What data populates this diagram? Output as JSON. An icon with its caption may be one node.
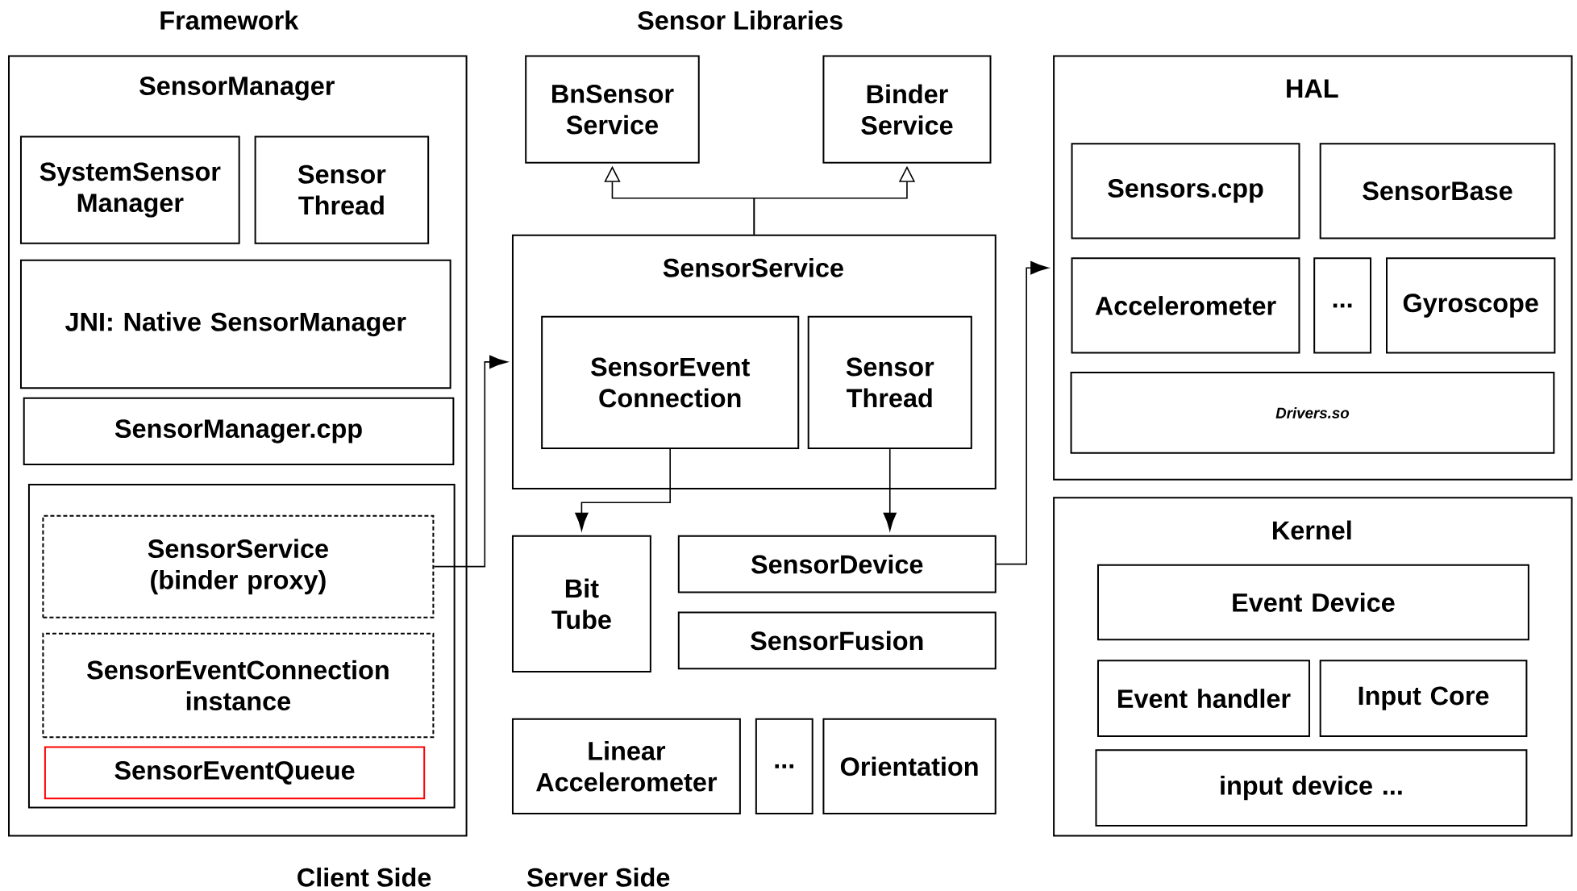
{
  "diagram": {
    "nodes": [
      {
        "text": [
          "Framework",
          "SensorManager"
        ]
      },
      {
        "text": [
          "SystemSensor Manager"
        ],
        "in": 0
      },
      {
        "text": [
          "Sensor Thread"
        ],
        "in": 0
      },
      {
        "text": [
          "JNI: Native SensorManager"
        ],
        "in": 0
      },
      {
        "text": [
          "SensorManager.cpp"
        ],
        "in": 0
      },
      {
        "text": [],
        "shape": "box",
        "in": 0
      },
      {
        "text": [
          "SensorService (binder proxy)"
        ],
        "in": 5
      },
      {
        "text": [
          "SensorEventConnection instance"
        ],
        "in": 5
      },
      {
        "text": [
          "SensorEventQueue"
        ],
        "in": 5
      },
      {
        "text": [
          "BnSensor Service"
        ]
      },
      {
        "text": [
          "Binder Service"
        ]
      },
      {
        "text": [
          "SensorService"
        ]
      },
      {
        "text": [
          "SensorEvent Connection"
        ],
        "in": 11
      },
      {
        "text": [
          "Sensor Thread"
        ],
        "in": 11
      },
      {
        "text": [
          "Bit Tube"
        ]
      },
      {
        "text": [
          "SensorDevice"
        ]
      },
      {
        "text": [
          "SensorFusion"
        ]
      },
      {
        "text": [
          "Linear Accelerometer"
        ]
      },
      {
        "text": [
          "..."
        ]
      },
      {
        "text": [
          "Orientation"
        ]
      },
      {
        "text": [
          "HAL"
        ]
      },
      {
        "text": [
          "Sensors.cpp"
        ],
        "in": 20
      },
      {
        "text": [
          "SensorBase"
        ],
        "in": 20
      },
      {
        "text": [
          "Accelerometer"
        ],
        "in": 20
      },
      {
        "text": [
          "..."
        ],
        "in": 20
      },
      {
        "text": [
          "Gyroscope"
        ],
        "in": 20
      },
      {
        "text": [
          "Drivers.so"
        ],
        "in": 20
      },
      {
        "text": [
          "Kernel"
        ]
      },
      {
        "text": [
          "Event Device"
        ],
        "in": 27
      },
      {
        "text": [
          "Event handler"
        ],
        "in": 27
      },
      {
        "text": [
          "Input Core"
        ],
        "in": 27
      },
      {
        "text": [
          "input device ..."
        ],
        "in": 27
      }
    ],
    "edges": [
      {
        "from": 11,
        "to": 9,
        "arrow": "to"
      },
      {
        "from": 11,
        "to": 10,
        "arrow": "to"
      },
      {
        "from": 6,
        "to": 11,
        "arrow": "to"
      },
      {
        "from": 12,
        "to": 14,
        "arrow": "to"
      },
      {
        "from": 13,
        "to": 15,
        "arrow": "to"
      },
      {
        "from": 15,
        "to": 20,
        "arrow": "to"
      }
    ],
    "labels": [
      "Sensor Libraries",
      "Client Side",
      "Server Side"
    ]
  }
}
